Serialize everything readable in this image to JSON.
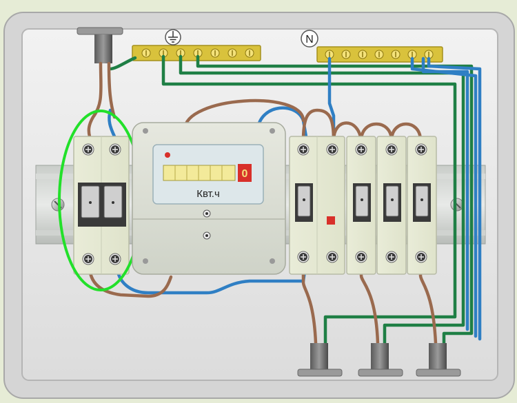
{
  "symbols": {
    "ground_icon": "ground-icon",
    "neutral_label": "N"
  },
  "meter": {
    "unit_label": "Квт.ч",
    "digit_count": 6,
    "last_digit": "0"
  },
  "colors": {
    "brown_wire": "#9a6a4e",
    "blue_wire": "#2f7fc4",
    "green_wire": "#1f7f45",
    "busbar": "#d9c23c",
    "highlight": "#22e02a",
    "indicator_red": "#d8302a"
  }
}
